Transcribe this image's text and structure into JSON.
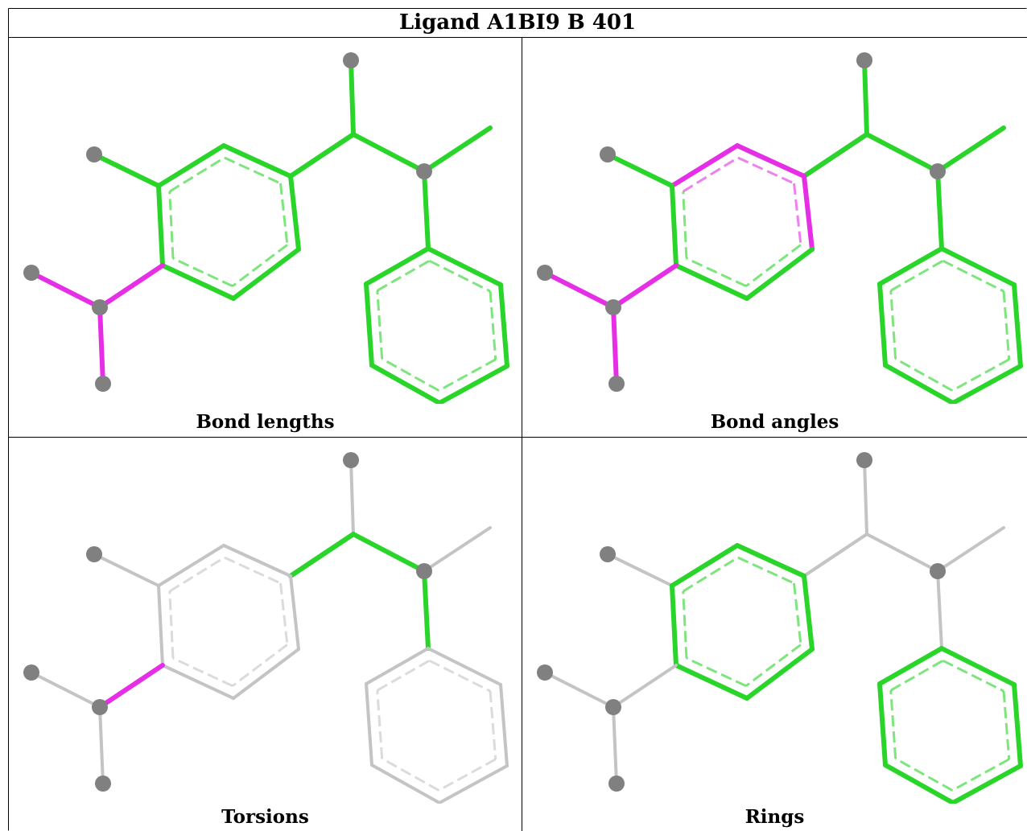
{
  "title": "Ligand A1BI9 B 401",
  "colors": {
    "green": "#2ad52a",
    "magenta": "#e62ee6",
    "gray": "#c4c4c4",
    "atom": "#808080",
    "border": "#000000"
  },
  "panels": [
    {
      "id": "bond-lengths",
      "caption": "Bond lengths",
      "highlight": "magenta",
      "colored": [
        "b_h0",
        "b_h1",
        "b_h2"
      ],
      "base": "green"
    },
    {
      "id": "bond-angles",
      "caption": "Bond angles",
      "highlight": "magenta",
      "colored": [
        "b_h0",
        "b_h1",
        "b_h2",
        "b_r_0",
        "b_r_1",
        "b_r_2",
        "b_x1"
      ],
      "base": "green"
    },
    {
      "id": "torsions",
      "caption": "Torsions",
      "highlight": "magenta",
      "colored": [
        "b_h0"
      ],
      "green": [
        "b_x1",
        "b_x2",
        "b_c2",
        "b_c4"
      ],
      "base": "gray"
    },
    {
      "id": "rings",
      "caption": "Rings",
      "highlight": "green",
      "colored": [
        "ring1",
        "ring2"
      ],
      "base": "gray"
    }
  ]
}
